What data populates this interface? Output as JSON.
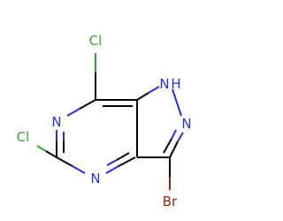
{
  "molecule": {
    "atoms": {
      "cl_top": {
        "label": "Cl",
        "color": "#3f9a3f"
      },
      "nh": {
        "label": "N",
        "color": "#2a33c4"
      },
      "h": {
        "label": "H",
        "color": "#2a33c4"
      },
      "n_left": {
        "label": "N",
        "color": "#2a33c4"
      },
      "n_pyrazole": {
        "label": "N",
        "color": "#2a33c4"
      },
      "cl_left": {
        "label": "Cl",
        "color": "#3f9a3f"
      },
      "n_bottom": {
        "label": "N",
        "color": "#2a33c4"
      },
      "br": {
        "label": "Br",
        "color": "#8b2a14"
      }
    },
    "colors": {
      "bond": "#000000",
      "chlorine": "#3f9a3f",
      "nitrogen": "#2a33c4",
      "bromine": "#8b2a14",
      "background": "#ffffff"
    }
  }
}
